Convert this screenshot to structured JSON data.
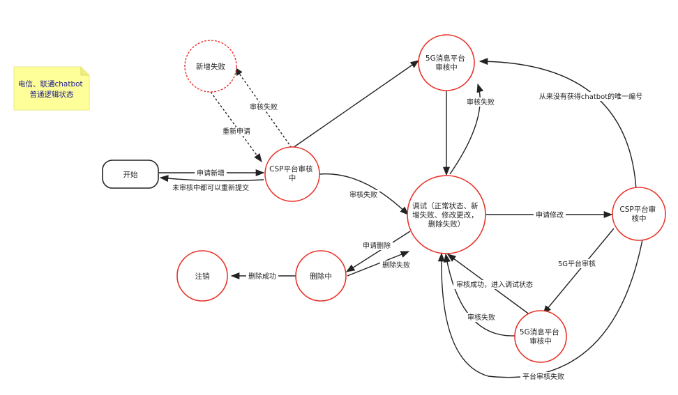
{
  "note": {
    "lines": [
      "电信、联通chatbot",
      "普通逻辑状态"
    ],
    "fill": "#ffff99"
  },
  "nodes": {
    "start": {
      "lines": [
        "开始"
      ]
    },
    "add_fail": {
      "lines": [
        "新增失败"
      ]
    },
    "csp_review_1": {
      "lines": [
        "CSP平台审核",
        "中"
      ]
    },
    "msg5g_review_top": {
      "lines": [
        "5G消息平台",
        "审核中"
      ]
    },
    "debug": {
      "lines": [
        "调试（正常状态、新",
        "增失败、修改更改，",
        "删除失败）"
      ]
    },
    "csp_review_2": {
      "lines": [
        "CSP平台审",
        "核中"
      ]
    },
    "msg5g_review_bottom": {
      "lines": [
        "5G消息平台",
        "审核中"
      ]
    },
    "deleting": {
      "lines": [
        "删除中"
      ]
    },
    "cancelled": {
      "lines": [
        "注销"
      ]
    }
  },
  "edges": {
    "apply_add": "申请新增",
    "resubmit_unreviewed": "未审核中都可以重新提交",
    "review_fail_dotted": "审核失败",
    "reapply": "重新申请",
    "review_fail_csp": "审核失败",
    "review_fail_5g_top": "审核失败",
    "never_obtained_id": "从来没有获得chatbot的唯一编号",
    "apply_modify": "申请修改",
    "review_5g": "5G平台审核",
    "review_success_debug": "审核成功，进入调试状态",
    "review_fail_5g_bottom": "审核失败",
    "platform_review_fail": "平台审核失败",
    "apply_delete": "申请删除",
    "delete_fail": "删除失败",
    "delete_success": "删除成功"
  },
  "colors": {
    "accent": "#e8332a",
    "stroke": "#222222"
  }
}
